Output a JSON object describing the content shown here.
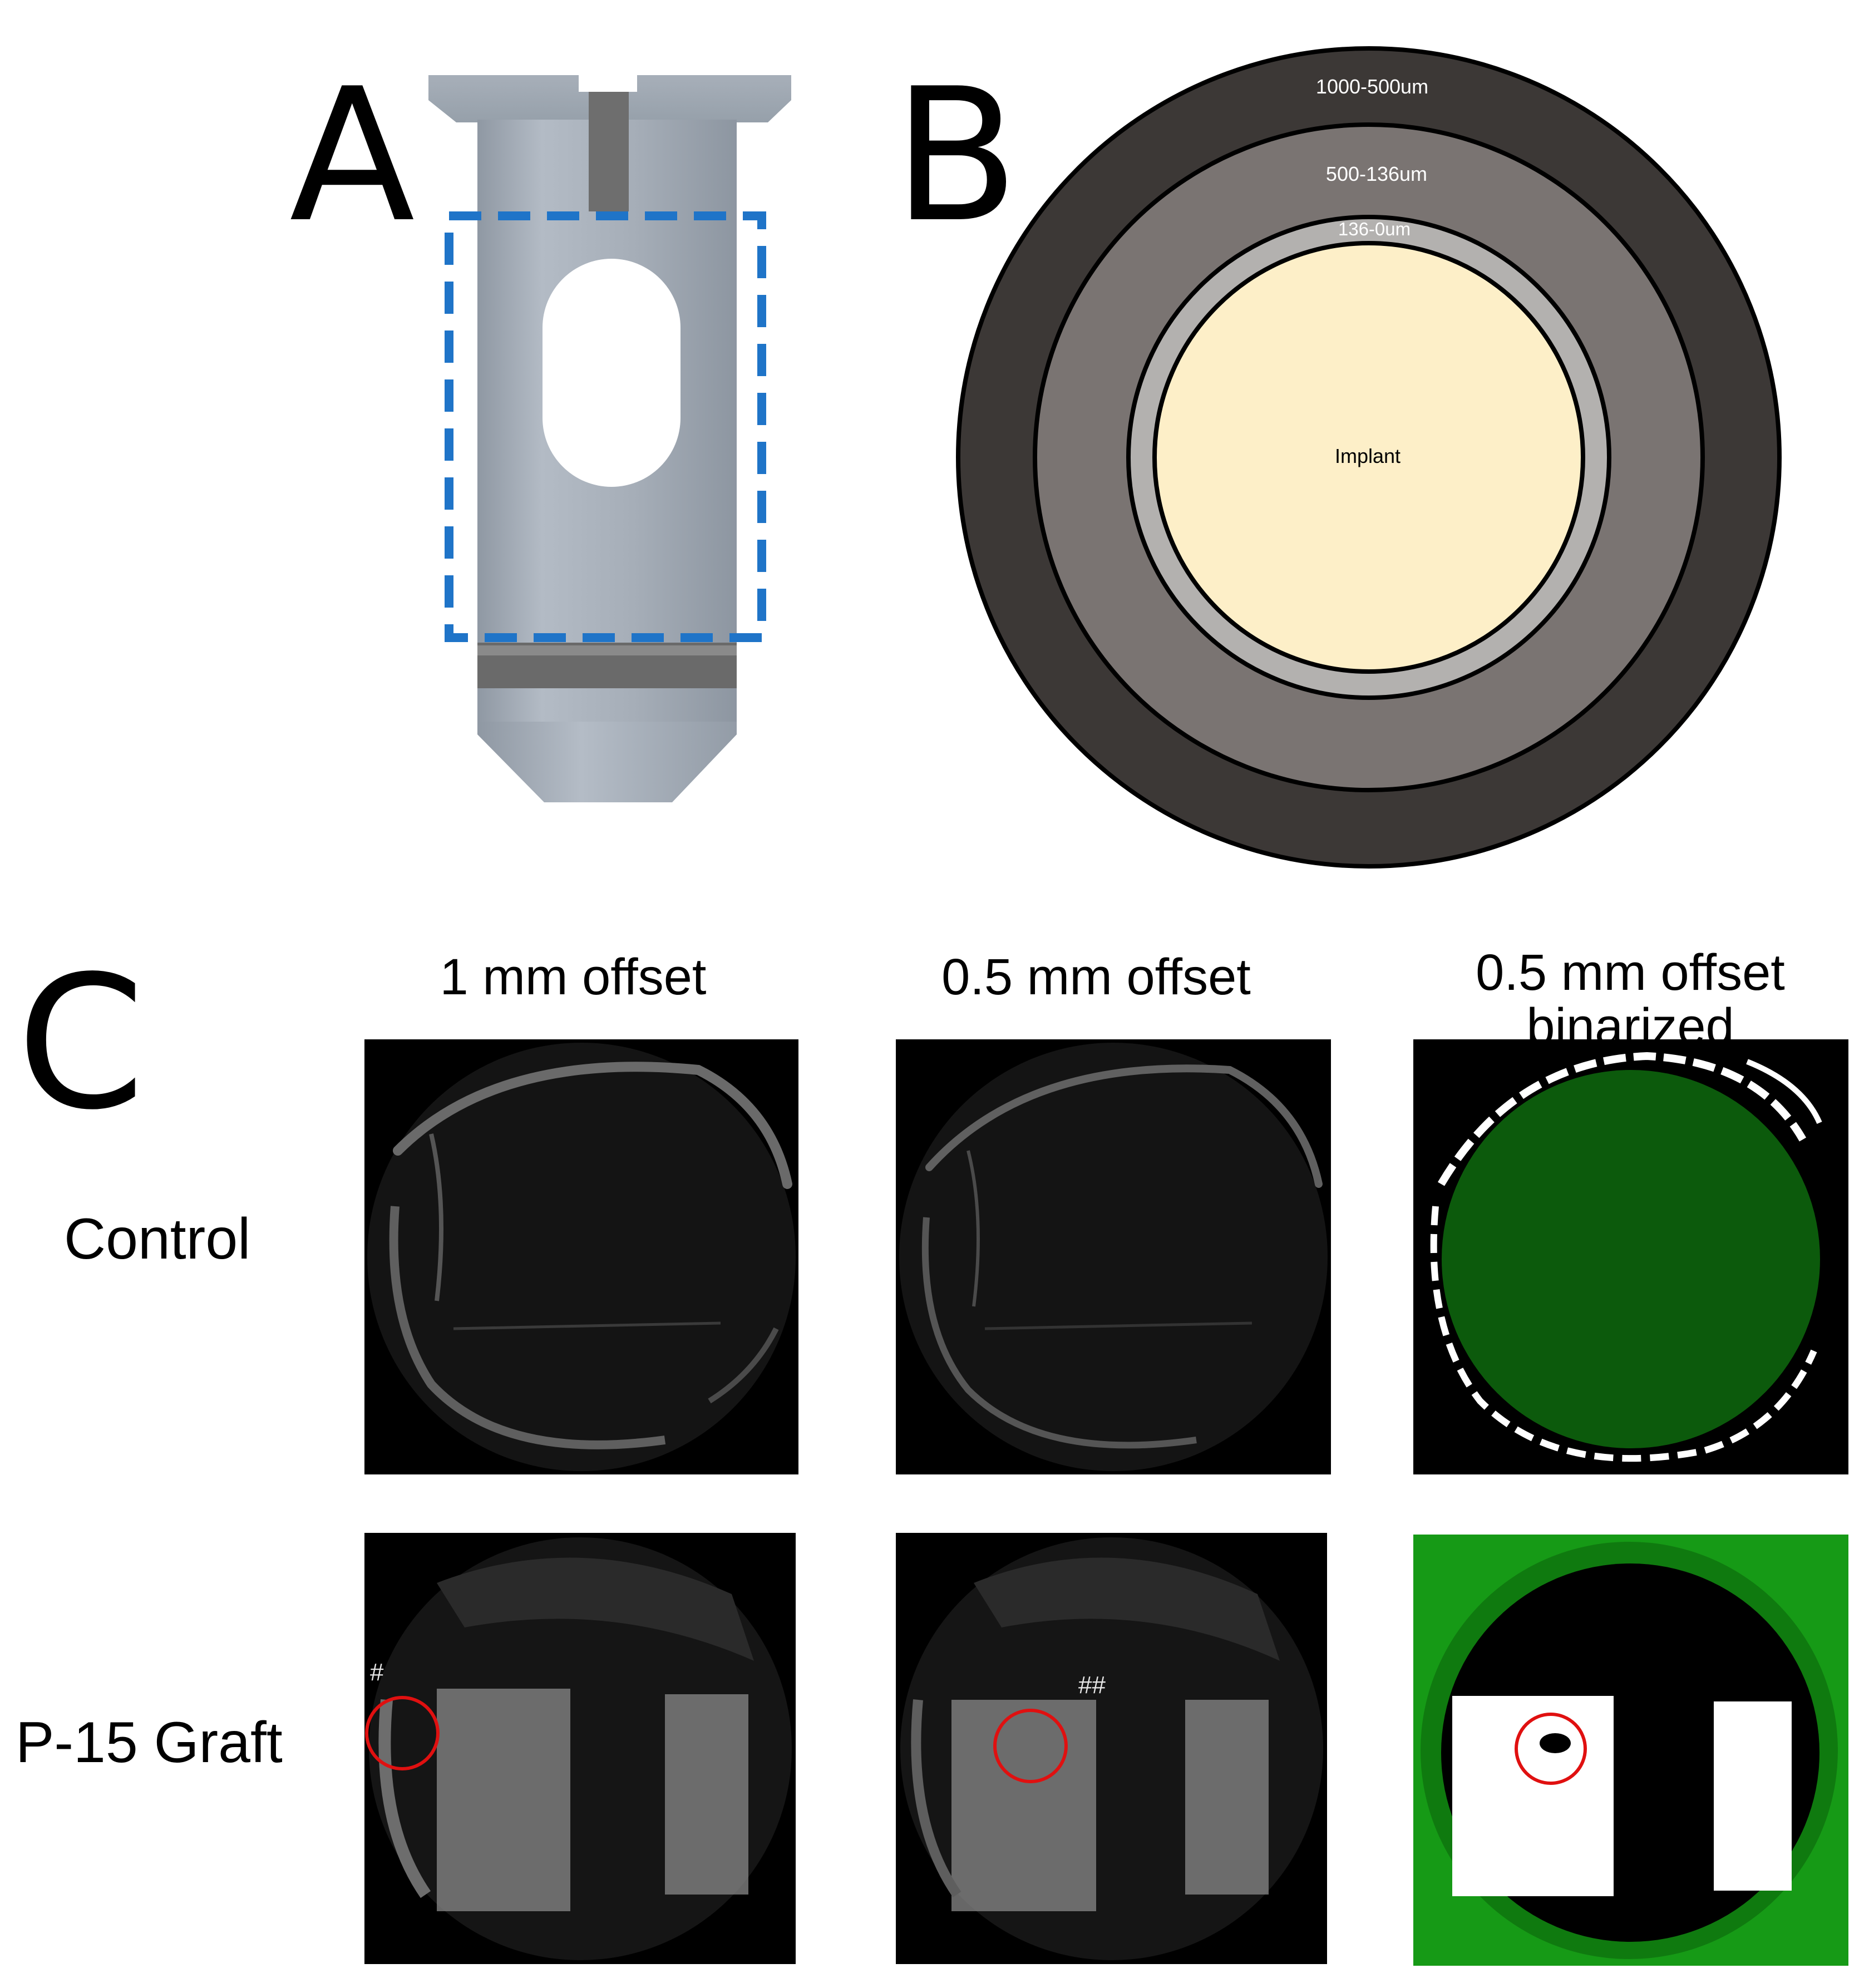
{
  "panels": {
    "a": {
      "letter": "A"
    },
    "b": {
      "letter": "B",
      "rings": {
        "outer": "1000-500um",
        "middle": "500-136um",
        "inner": "136-0um",
        "center": "Implant"
      }
    },
    "c": {
      "letter": "C",
      "columns": [
        "1 mm offset",
        "0.5 mm offset",
        "0.5 mm offset",
        "binarized"
      ],
      "rows": [
        "Control",
        "P-15 Graft"
      ],
      "markers": {
        "single": "#",
        "double": "##"
      }
    }
  },
  "colors": {
    "implant_body": "#a9b1bb",
    "dashed_box": "#1f74c8",
    "ring_outer": "#3c3836",
    "ring_middle": "#7a7472",
    "ring_inner": "#b3b1af",
    "implant_fill": "#fdefc8",
    "binarized_green": "#0c5a0c",
    "binarized_ring_green": "#169a16",
    "annotation_red": "#e01010"
  }
}
